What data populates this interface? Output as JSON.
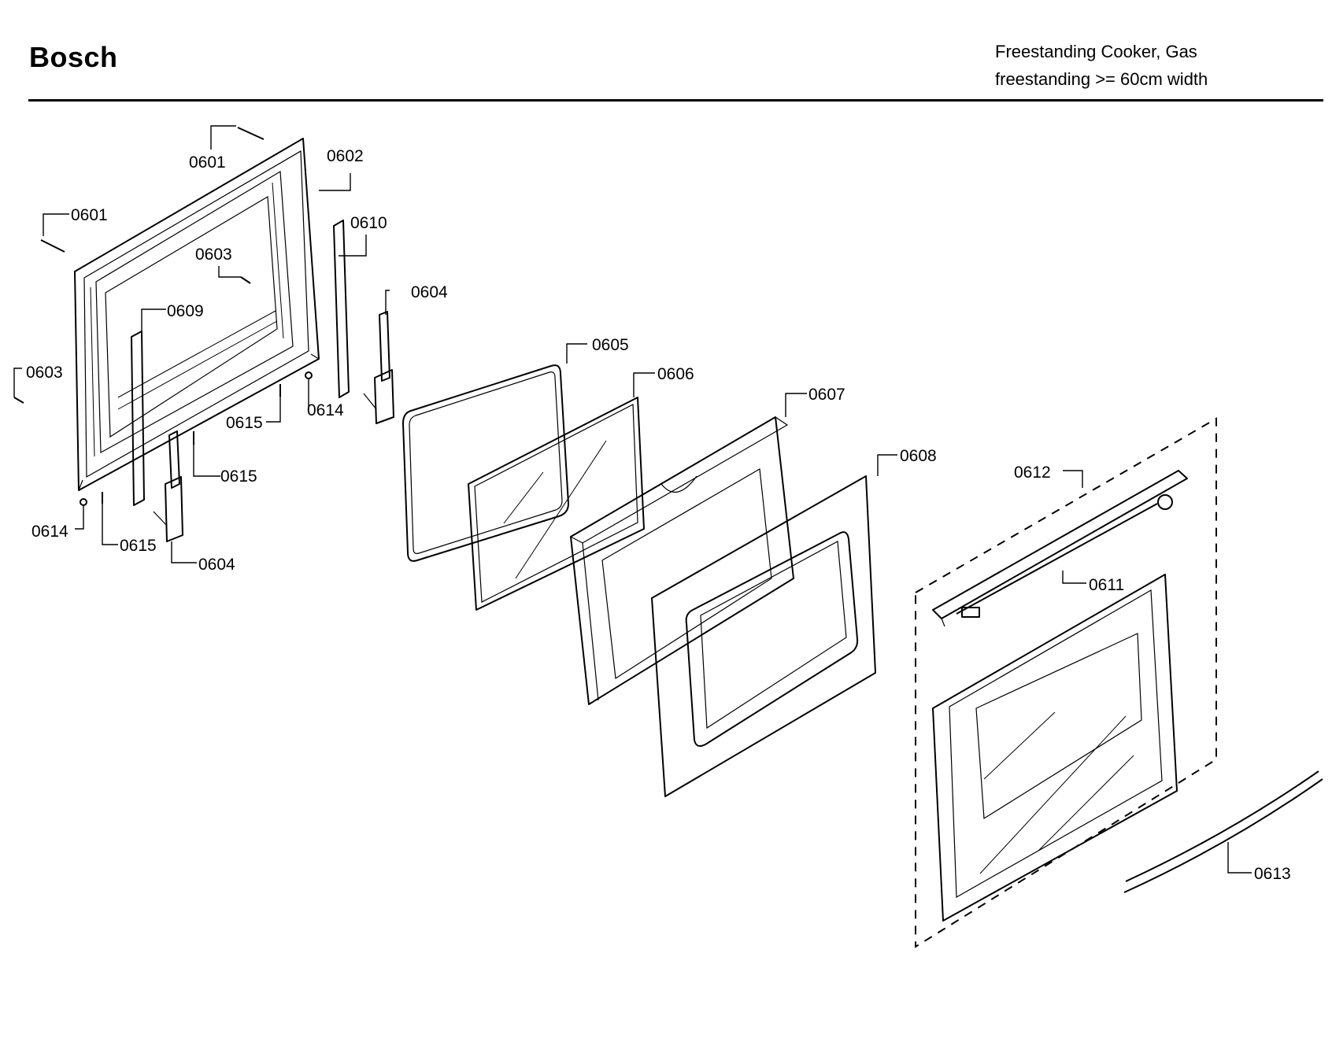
{
  "header": {
    "brand": "Bosch",
    "subtitle_line1": "Freestanding Cooker, Gas",
    "subtitle_line2": "freestanding >= 60cm width"
  },
  "parts": {
    "p0601a": "0601",
    "p0601b": "0601",
    "p0602": "0602",
    "p0603a": "0603",
    "p0603b": "0603",
    "p0604a": "0604",
    "p0604b": "0604",
    "p0605": "0605",
    "p0606": "0606",
    "p0607": "0607",
    "p0608": "0608",
    "p0609": "0609",
    "p0610": "0610",
    "p0611": "0611",
    "p0612": "0612",
    "p0613": "0613",
    "p0614a": "0614",
    "p0614b": "0614",
    "p0615a": "0615",
    "p0615b": "0615",
    "p0615c": "0615"
  }
}
